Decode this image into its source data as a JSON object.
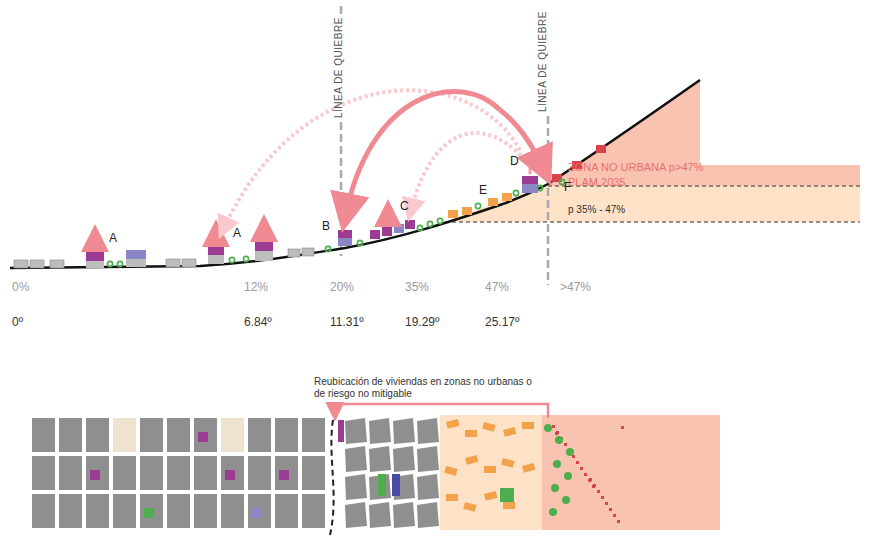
{
  "diagram": {
    "labels": [
      "LÍNEA DE QUIEBRE",
      "LÍNEA DE QUIEBRE",
      "ZONA NO URBANA p>47%",
      "PLAM 2035",
      "p 35% - 47%",
      "A",
      "A",
      "B",
      "C",
      "D",
      "E",
      "F",
      "0%",
      "12%",
      "20%",
      "35%",
      "47%",
      ">47%",
      "0º",
      "6.84º",
      "11.31º",
      "19.29º",
      "25.17º",
      "Reubicación de viviendas en zonas no urbanas o de riesgo no mitigable"
    ]
  }
}
